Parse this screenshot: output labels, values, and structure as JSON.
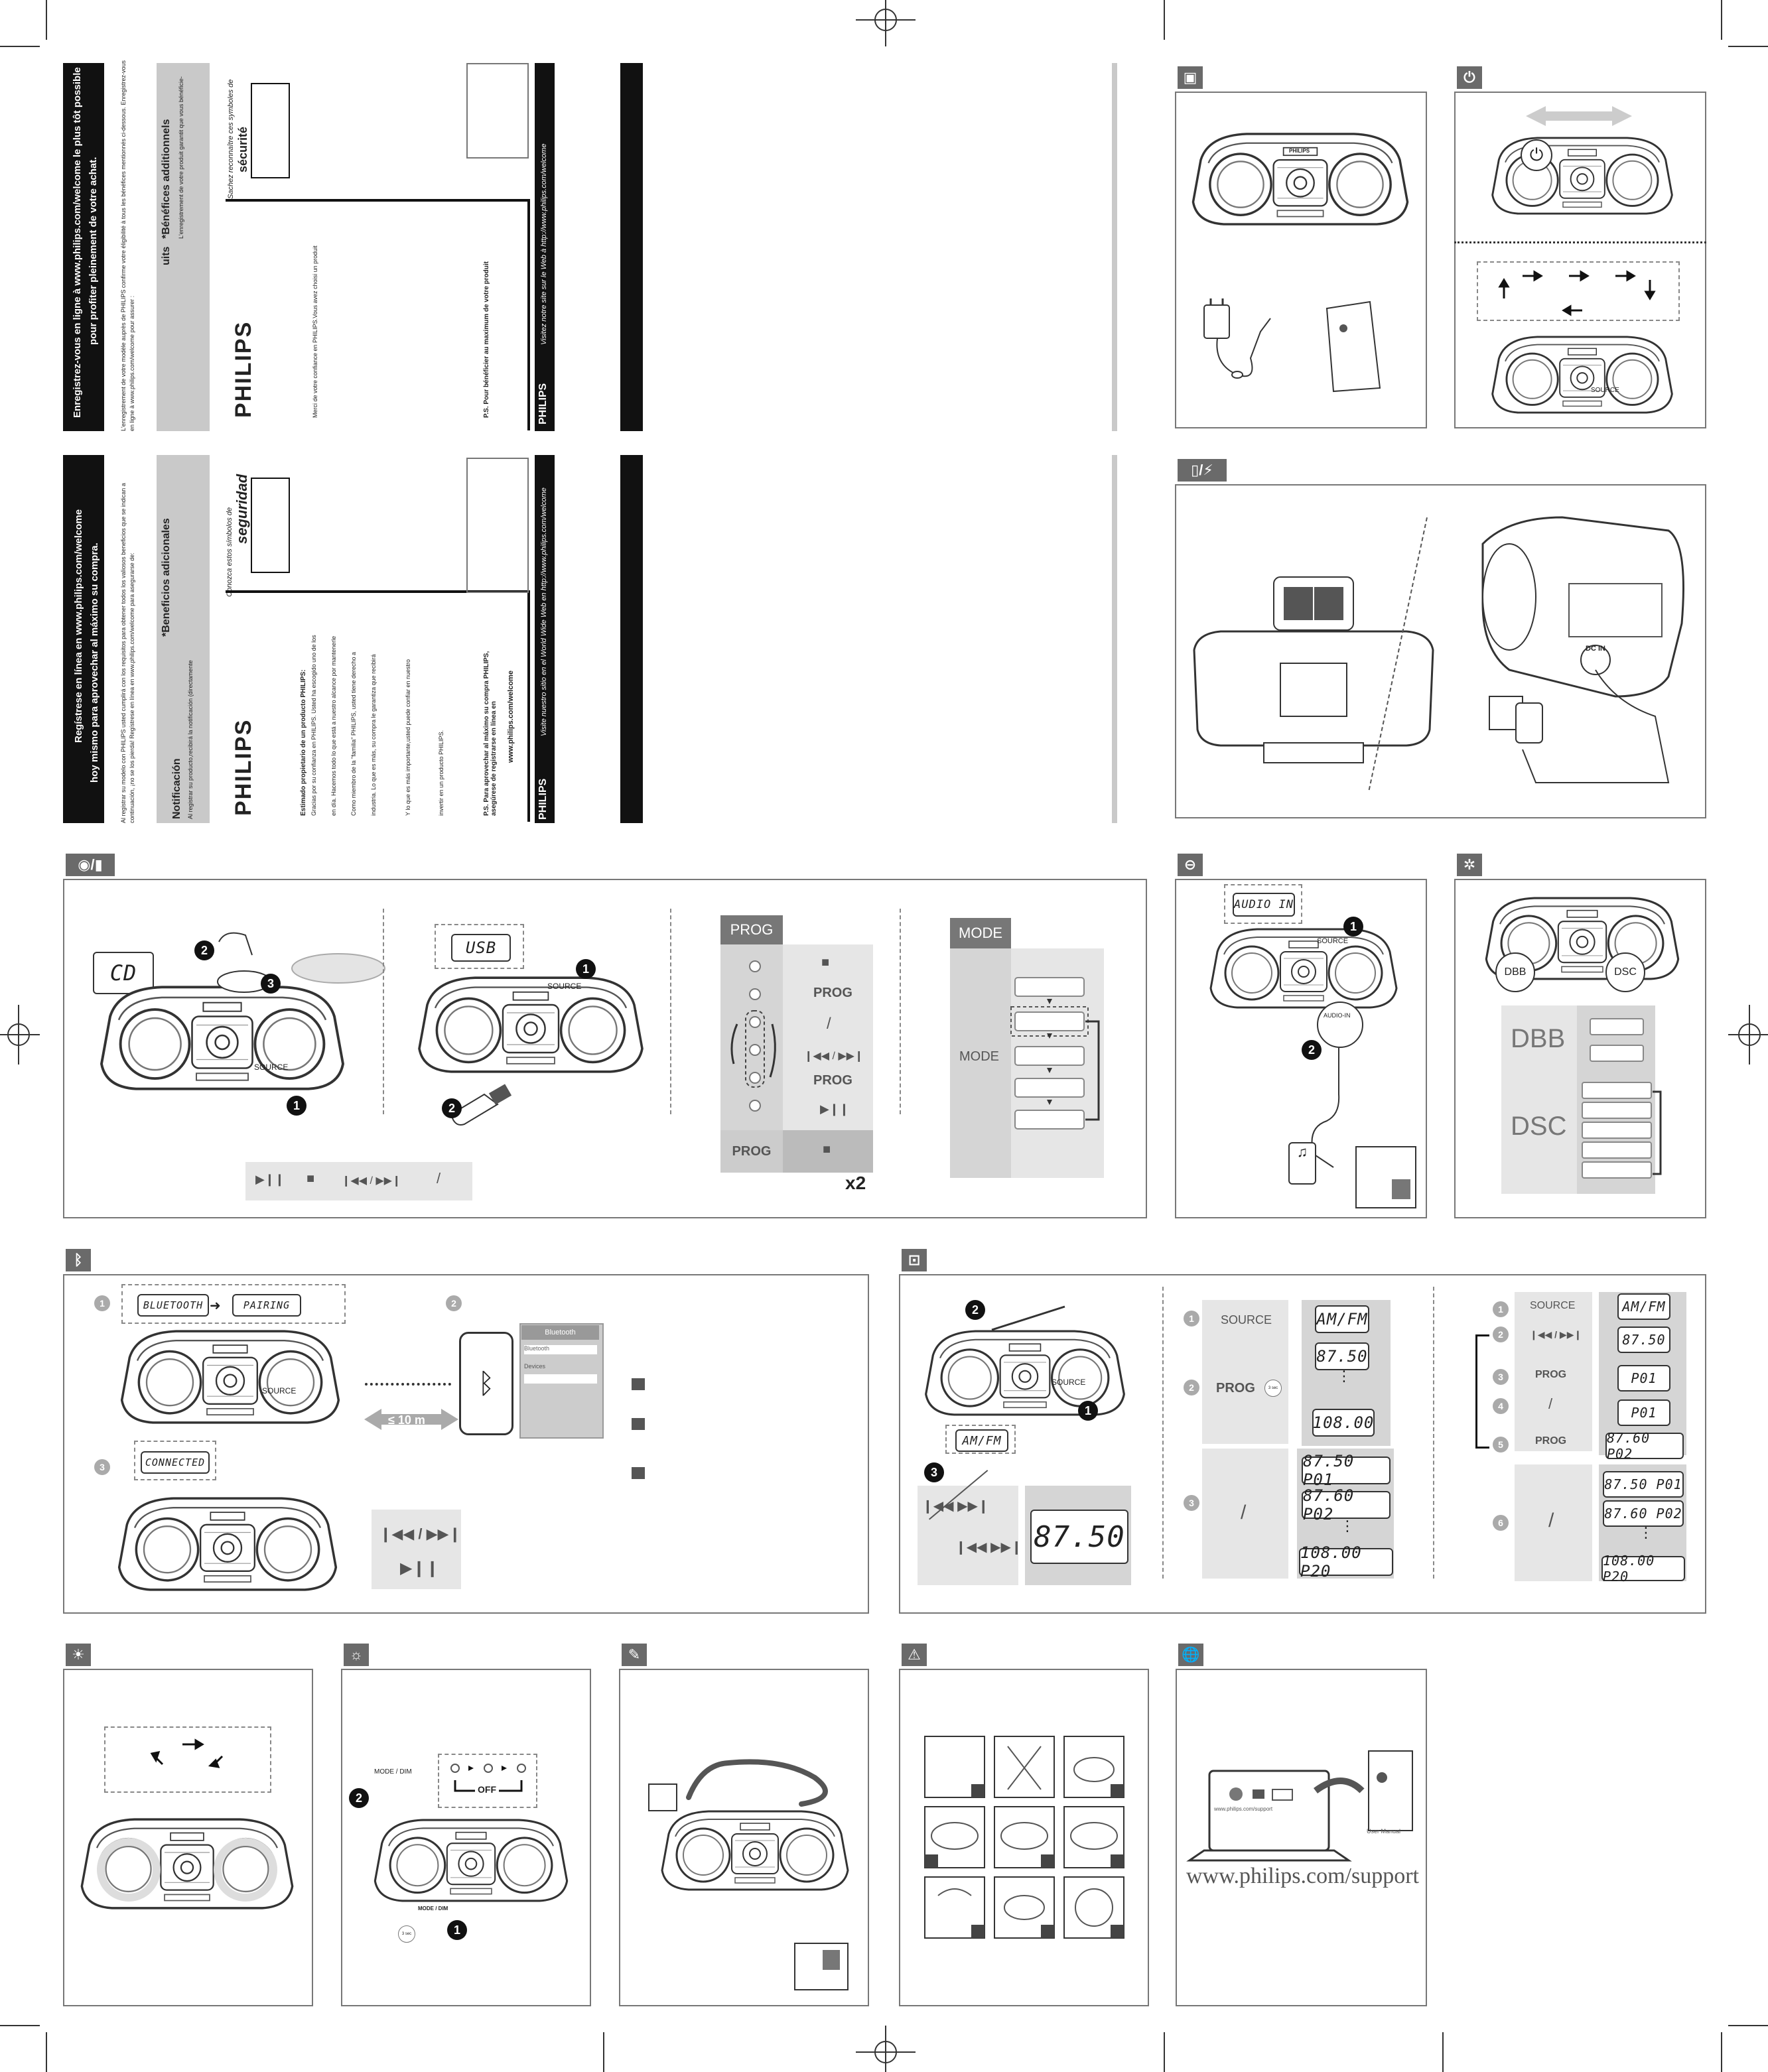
{
  "french_card": {
    "banner_line1": "Enregistrez-vous en ligne à www.philips.com/welcome le plus tôt possible",
    "banner_line2": "pour profiter pleinement de votre achat.",
    "intro": "L'enregistrement de votre modèle auprès de PHILIPS confirme votre éligibilité à tous les bénéfices mentionnés ci-dessous. Enregistrez-vous en ligne à www.philips.com/welcome pour assurer :",
    "col_label": "uits",
    "benefits_title": "*Bénéfices additionnels",
    "benefits_text": "L'enregistrement de votre produit garantit que vous bénéficie-",
    "safety_title": "sécurité",
    "safety_lead": "Sachez reconnaître ces symboles de",
    "brand": "PHILIPS",
    "thanks": "Merci de votre confiance en PHILIPS.Vous avez choisi un produit",
    "ps": "P.S. Pour bénéficier au maximum de votre produit",
    "footer_brand": "PHILIPS",
    "footer_text": "Visitez notre site sur le Web à http://www.philips.com/welcome"
  },
  "spanish_card": {
    "banner_line1": "Regístrese en línea en www.philips.com/welcome",
    "banner_line2": "hoy mismo para aprovechar al máximo su compra.",
    "intro": "Al registrar su modelo con PHILIPS usted cumplirá con los requisitos para obtener todos los valiosos beneficios que se indican a continuación, ¡no se los pierda! Regístrese en línea en www.philips.com/welcome para asegurarse de:",
    "notif_title": "Notificación",
    "notif_text": "Al registrar su producto,recibirá la notificación (directamente",
    "benefits_title": "*Beneficios adicionales",
    "safety_lead": "Conozca estos símbolos de",
    "safety_title": "seguridad",
    "brand": "PHILIPS",
    "owner_title": "Estimado propietario de un producto PHILIPS:",
    "owner_l1": "Gracias por su confianza en PHILIPS. Usted ha escogido uno de los",
    "owner_l2": "en día. Hacemos todo lo que está a nuestro alcance por mantenerle",
    "owner_l3": "Como miembro de la \"familia\" PHILIPS, usted tiene derecho a",
    "owner_l4": "industria. Lo que es más, su compra le garantiza que recibirá",
    "owner_l5": "Y lo que es más importante,usted puede confiar en nuestro",
    "owner_l6": "invertir en un producto PHILIPS.",
    "ps": "P.S. Para aprovechar al máximo su compra PHILIPS, asegúrese de registrarse en línea en",
    "ps_url": "www.philips.com/welcome",
    "footer_brand": "PHILIPS",
    "footer_text": "Visite nuestro sitio en el World Wide Web en http://www.philips.com/welcome"
  },
  "icons": {
    "box": "box-icon",
    "power": "power-icon",
    "battery": "battery-plug-icon",
    "cd_usb": "cd-usb-icon",
    "audio_in": "audio-in-icon",
    "settings": "gear-icon",
    "bluetooth": "bluetooth-icon",
    "radio": "radio-icon",
    "light1": "sun-icon",
    "light2": "sun-icon",
    "strap": "strap-icon",
    "warning": "warning-icon",
    "web": "globe-icon"
  },
  "device": {
    "brand_plate": "PHILIPS",
    "source": "SOURCE",
    "dc_in": "DC IN",
    "audio_in_label": "AUDIO-IN",
    "mode_dim": "MODE / DIM"
  },
  "play": {
    "num1": "1",
    "num2": "2",
    "num3": "3",
    "cd_display": "CD",
    "usb_display": "USB",
    "controls": [
      "▶❙❙",
      "■",
      "❙◀◀ / ▶▶❙",
      "/"
    ],
    "prog_header": "PROG",
    "prog_stop": "■",
    "prog_label": "PROG",
    "prog_slash": "/",
    "prog_skip": "❙◀◀ / ▶▶❙",
    "prog_label2": "PROG",
    "prog_play": "▶❙❙",
    "prog_cancel": "PROG",
    "times": "x2",
    "mode_header": "MODE",
    "mode_btn": "MODE"
  },
  "audio_in": {
    "display": "AUDIO IN",
    "source": "SOURCE",
    "num1": "1",
    "num2": "2",
    "jack": "AUDIO-IN"
  },
  "sound": {
    "dbb": "DBB",
    "dsc": "DSC"
  },
  "bluetooth": {
    "num1": "1",
    "num2": "2",
    "num3": "3",
    "display1": "BLUETOOTH",
    "display2": "PAIRING",
    "display3": "CONNECTED",
    "range": "≤ 10 m",
    "phone_header": "Bluetooth",
    "phone_row1": "Bluetooth",
    "phone_row2": "Devices",
    "skip": "❙◀◀ / ▶▶❙",
    "play": "▶❙❙"
  },
  "radio": {
    "num1": "1",
    "num2": "2",
    "num3": "3",
    "display": "AM/FM",
    "freq_big": "87.50",
    "skip": "❙◀◀ ▶▶❙",
    "mid": {
      "source": "SOURCE",
      "prog": "PROG",
      "sec": "3 sec",
      "slash": "/",
      "d1": "AM/FM",
      "d2": "87.50",
      "d3": "108.00",
      "p1": "87.50 P01",
      "p2": "87.60 P02",
      "p3": "108.00 P20",
      "n1": "1",
      "n2": "2",
      "n3": "3"
    },
    "right": {
      "source": "SOURCE",
      "skip": "❙◀◀ / ▶▶❙",
      "prog": "PROG",
      "slash": "/",
      "prog2": "PROG",
      "d1": "AM/FM",
      "d2": "87.50",
      "d3": "P01",
      "d4": "P01",
      "d5": "87.60 P02",
      "p1": "87.50 P01",
      "p2": "87.60 P02",
      "p3": "108.00 P20",
      "n1": "1",
      "n2": "2",
      "n3": "3",
      "n4": "4",
      "n5": "5",
      "n6": "6"
    }
  },
  "light": {
    "mode_dim": "MODE / DIM",
    "off": "OFF",
    "num1": "1",
    "num2": "2",
    "sec": "3 sec"
  },
  "support": {
    "browser_url": "www.philips.com/support",
    "manual_label": "User Manual",
    "url": "www.philips.com/support"
  }
}
